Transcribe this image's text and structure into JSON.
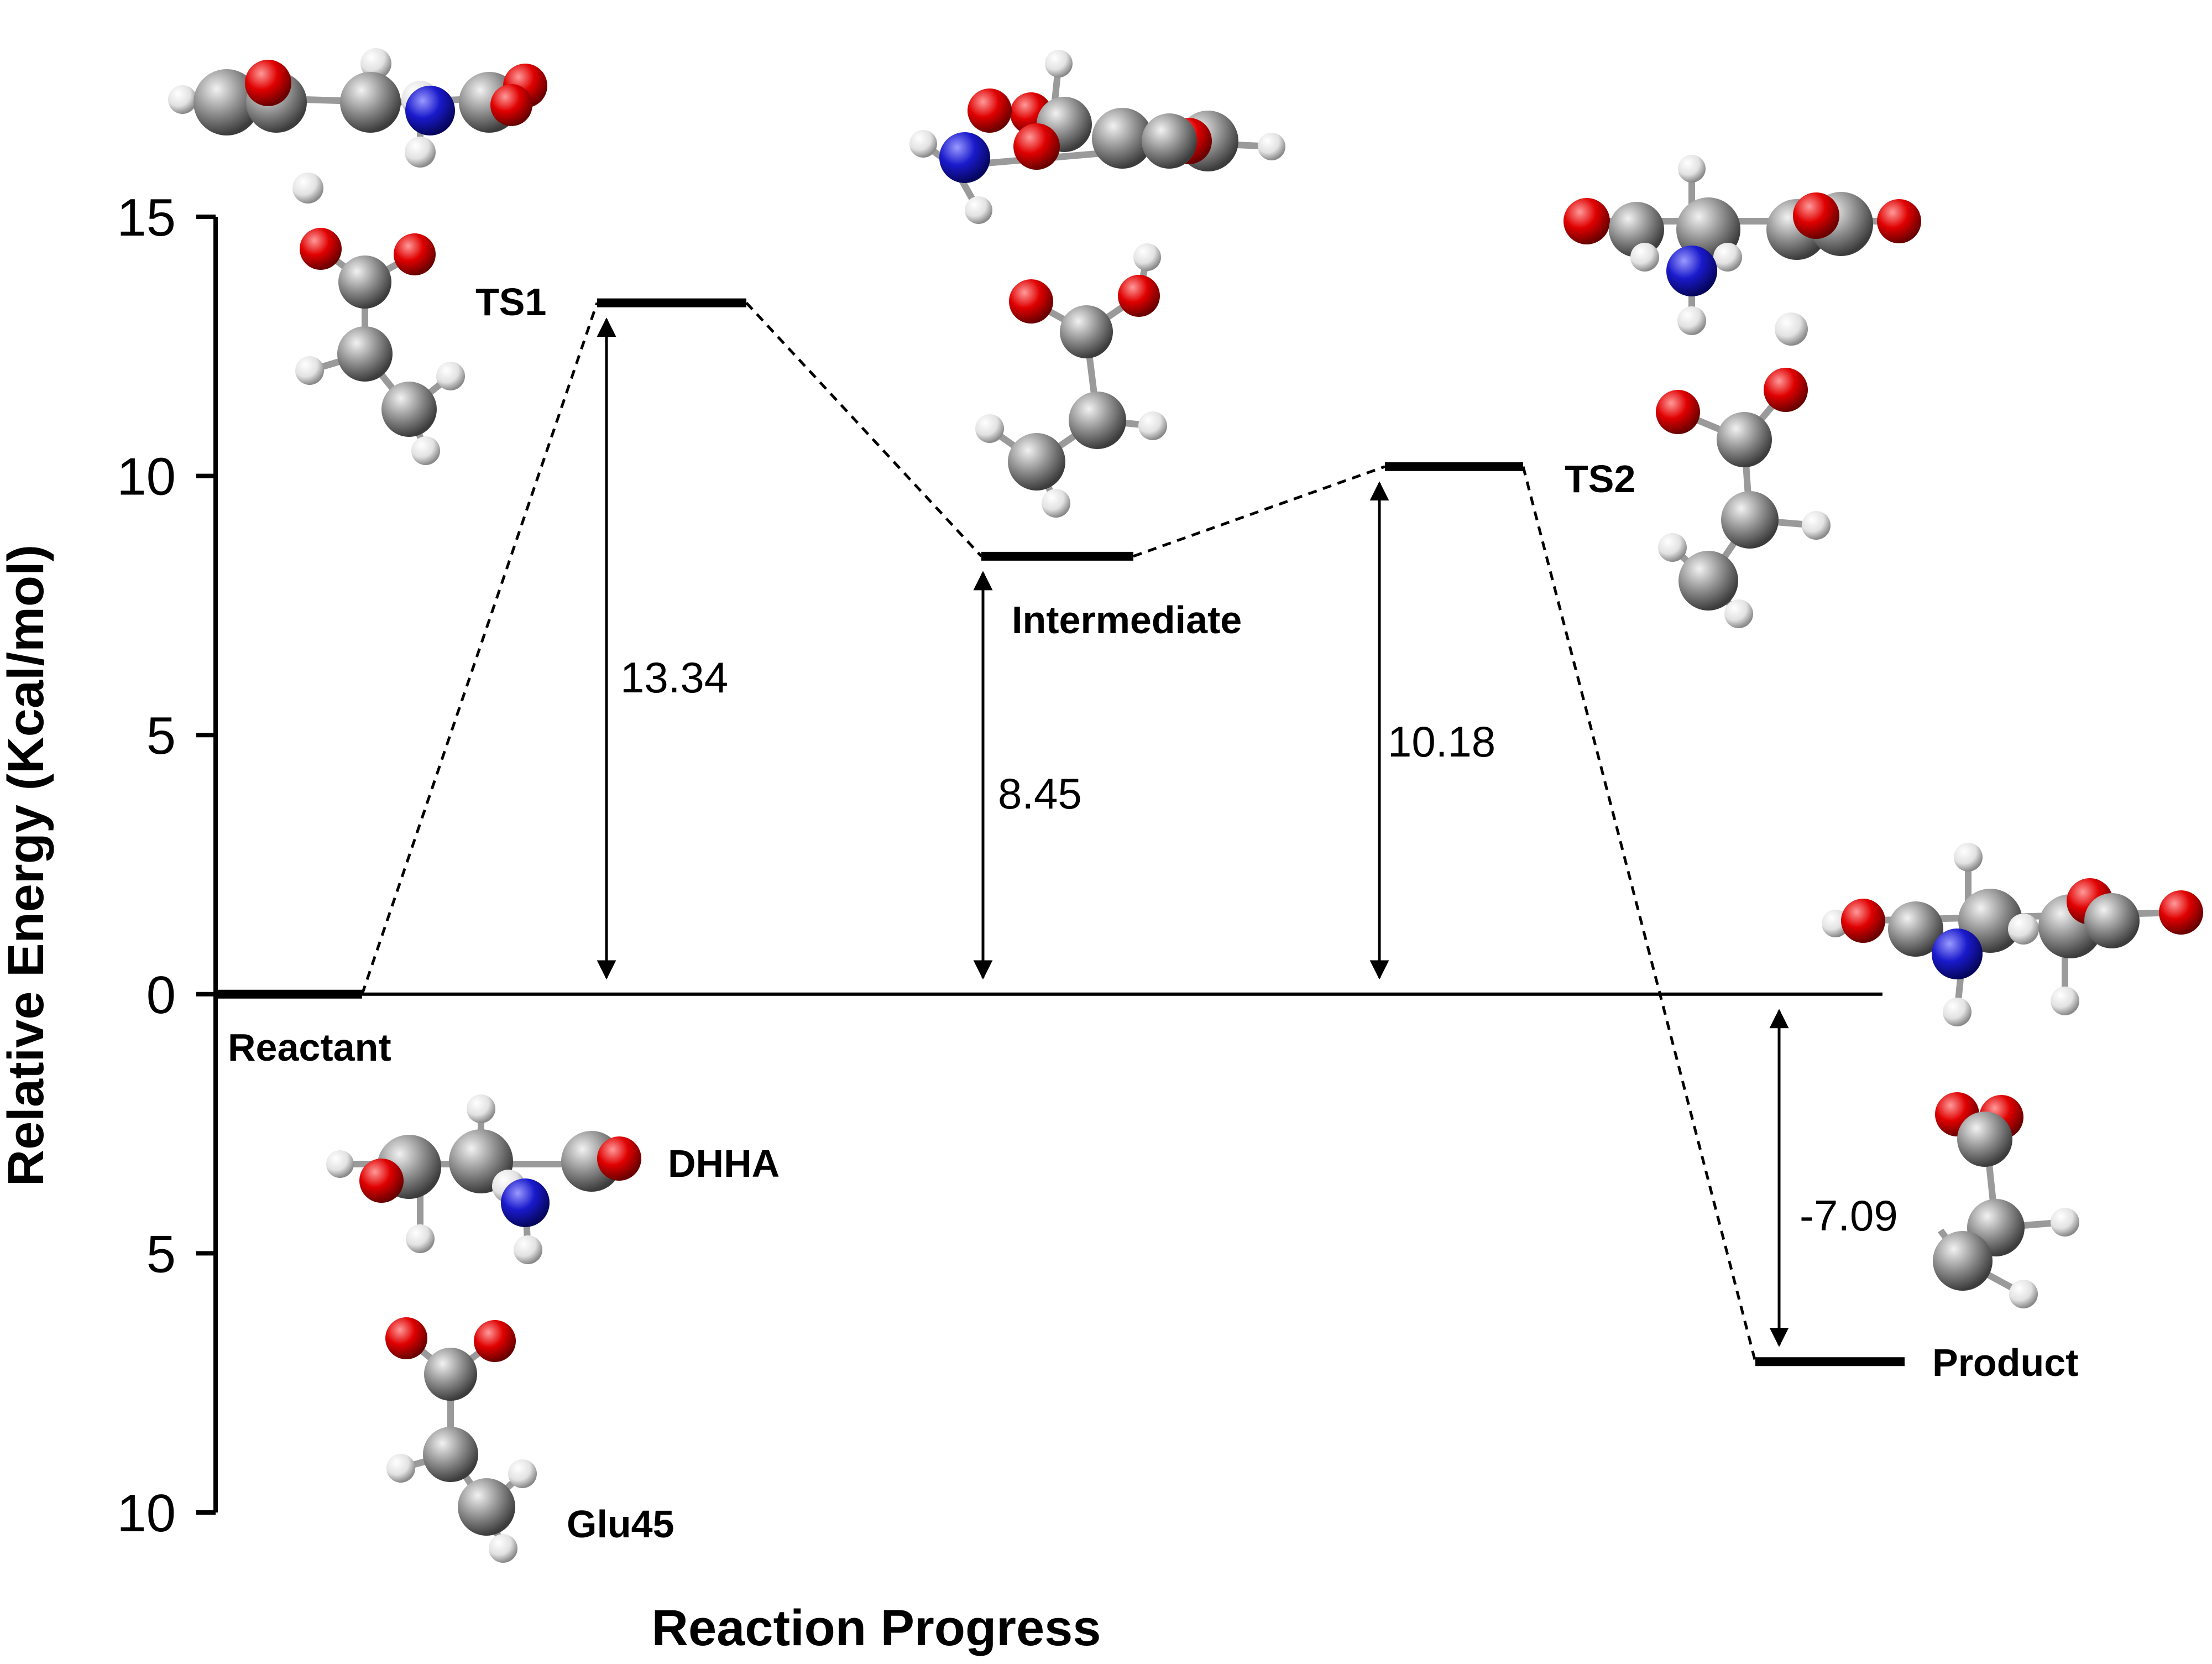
{
  "chart_data": {
    "type": "line",
    "title": "",
    "xlabel": "Reaction Progress",
    "ylabel": "Relative Energy (Kcal/mol)",
    "ylim": [
      -10,
      15
    ],
    "yticks": [
      15,
      10,
      5,
      0,
      -5,
      -10
    ],
    "ytick_labels": [
      "15",
      "10",
      "5",
      "0",
      "5",
      "10"
    ],
    "grid": false,
    "states": [
      {
        "name": "Reactant",
        "energy": 0
      },
      {
        "name": "TS1",
        "energy": 13.34
      },
      {
        "name": "Intermediate",
        "energy": 8.45
      },
      {
        "name": "TS2",
        "energy": 10.18
      },
      {
        "name": "Product",
        "energy": -7.09
      }
    ],
    "energy_labels": [
      "13.34",
      "8.45",
      "10.18",
      "-7.09"
    ],
    "annotations": [
      "DHHA",
      "Glu45"
    ]
  },
  "colors": {
    "carbon": "#8c8c8c",
    "oxygen": "#e00000",
    "nitrogen": "#1a1acc",
    "hydrogen": "#e6e6e6",
    "line": "#000000"
  }
}
